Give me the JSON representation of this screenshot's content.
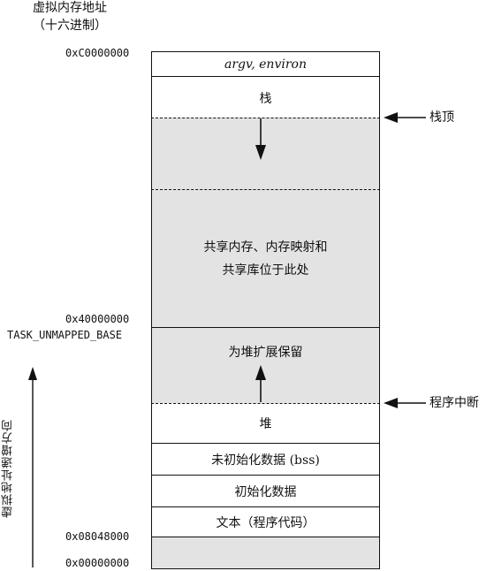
{
  "header": {
    "line1": "虚拟内存地址",
    "line2": "（十六进制）"
  },
  "addresses": {
    "top": "0xC0000000",
    "mid": "0x40000000",
    "task_unmapped_base": "TASK_UNMAPPED_BASE",
    "text_start": "0x08048000",
    "zero": "0x00000000"
  },
  "segments": {
    "argv_environ": "argv, environ",
    "stack": "栈",
    "shared_line1": "共享内存、内存映射和",
    "shared_line2": "共享库位于此处",
    "reserved_heap": "为堆扩展保留",
    "heap": "堆",
    "bss": "未初始化数据 (bss)",
    "data": "初始化数据",
    "text": "文本（程序代码）"
  },
  "annotations": {
    "stack_top": "栈顶",
    "program_break": "程序中断",
    "direction": "虚拟地址递增方向"
  },
  "colors": {
    "grey_fill": "#e3e3e3",
    "line": "#111111"
  }
}
